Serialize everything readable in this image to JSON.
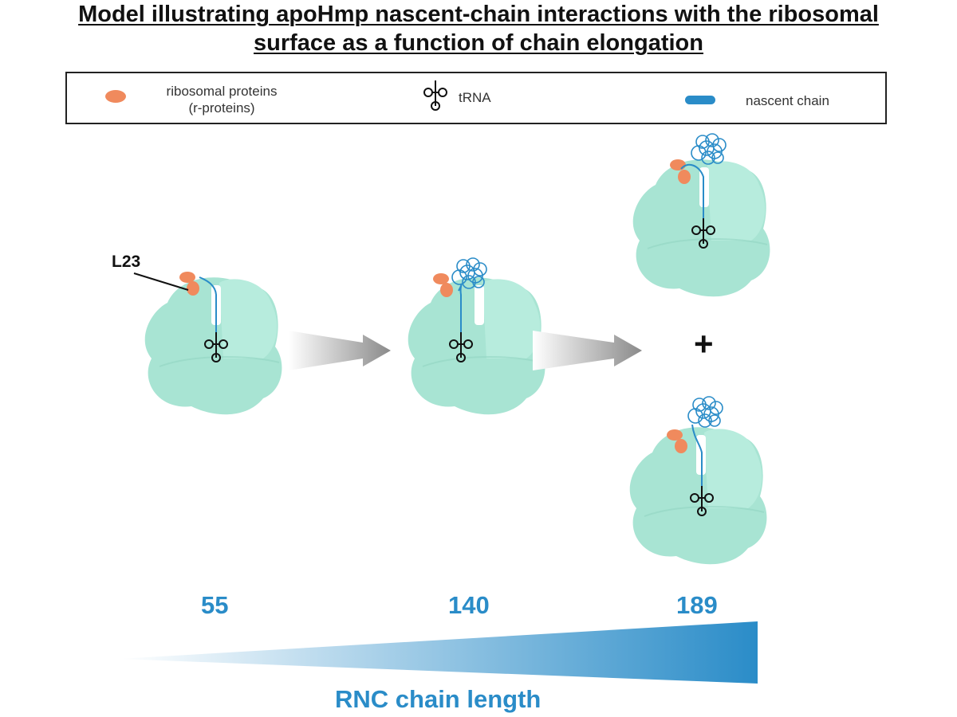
{
  "title": {
    "line1": "Model illustrating apoHmp nascent-chain interactions with the ribosomal",
    "line2": "surface as a function of chain elongation"
  },
  "legend": {
    "ribosomal_proteins": {
      "line1": "ribosomal proteins",
      "line2": "(r-proteins)"
    },
    "trna": "tRNA",
    "nascent_chain": "nascent chain"
  },
  "labels": {
    "l23": "L23",
    "plus": "+"
  },
  "chain_lengths": [
    "55",
    "140",
    "189"
  ],
  "axis_label": "RNC chain length",
  "colors": {
    "ribosome": "#a8e4d3",
    "r_protein": "#f08a5d",
    "nascent_chain": "#2a8cc8",
    "arrow": "#9a9a9a",
    "accent_text": "#2a8cc8"
  }
}
